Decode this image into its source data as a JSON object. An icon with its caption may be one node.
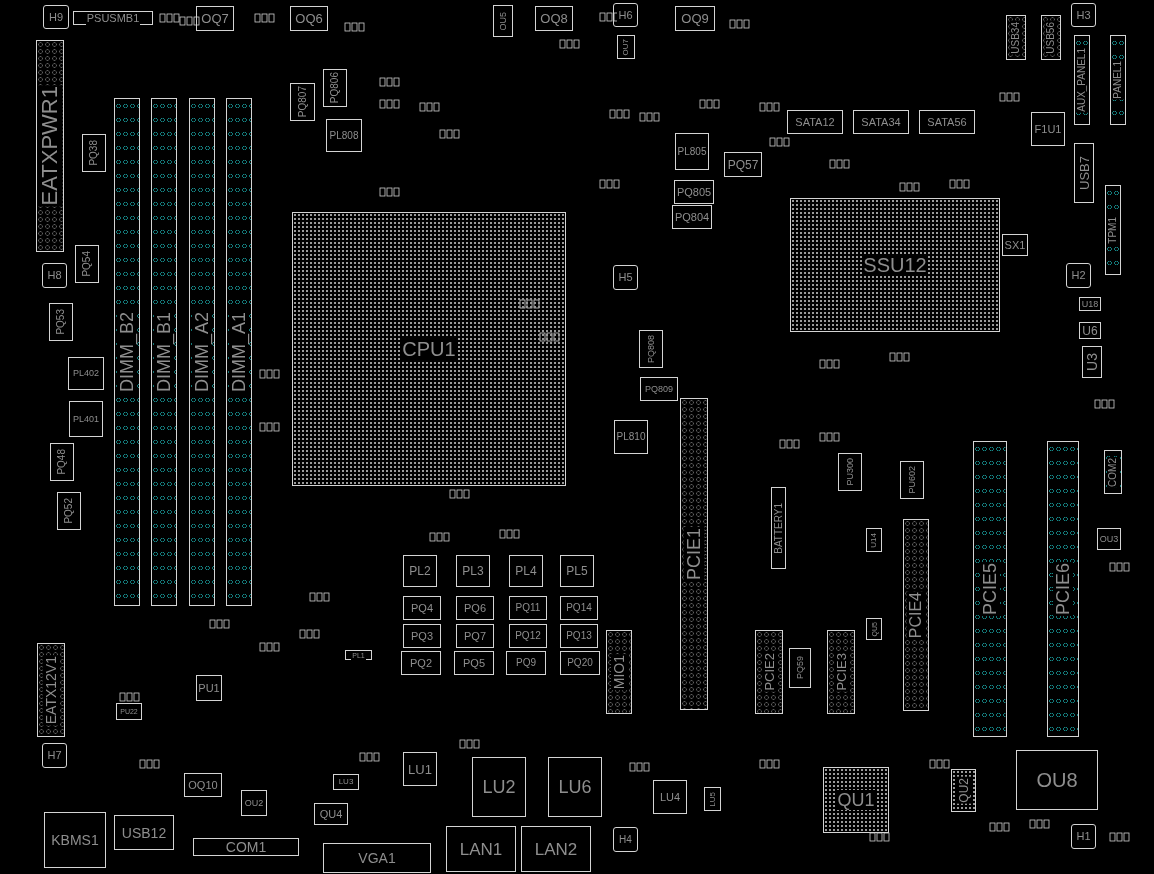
{
  "diagram": {
    "nodes": [
      {
        "text": [
          "H9"
        ]
      },
      {
        "text": [
          "PSUSMB1"
        ]
      },
      {
        "text": [
          "OQ7"
        ]
      },
      {
        "text": [
          "OQ6"
        ]
      },
      {
        "text": [
          "OU5"
        ]
      },
      {
        "text": [
          "OQ8"
        ]
      },
      {
        "text": [
          "H6"
        ]
      },
      {
        "text": [
          "OQ9"
        ]
      },
      {
        "text": [
          "OU7"
        ]
      },
      {
        "text": [
          "H3"
        ]
      },
      {
        "text": [
          "USB34"
        ]
      },
      {
        "text": [
          "USB56"
        ]
      },
      {
        "text": [
          "AUX_PANEL1"
        ]
      },
      {
        "text": [
          "PANEL1"
        ]
      },
      {
        "text": [
          "EATXPWR1"
        ]
      },
      {
        "text": [
          "PQ807"
        ]
      },
      {
        "text": [
          "PQ806"
        ]
      },
      {
        "text": [
          "PL808"
        ]
      },
      {
        "text": [
          "SATA12"
        ]
      },
      {
        "text": [
          "SATA34"
        ]
      },
      {
        "text": [
          "SATA56"
        ]
      },
      {
        "text": [
          "F1U1"
        ]
      },
      {
        "text": [
          "PL805"
        ]
      },
      {
        "text": [
          "PQ38"
        ]
      },
      {
        "text": [
          "PQ57"
        ]
      },
      {
        "text": [
          "USB7"
        ]
      },
      {
        "text": [
          "PQ805"
        ]
      },
      {
        "text": [
          "PQ804"
        ]
      },
      {
        "text": [
          "TPM1"
        ]
      },
      {
        "text": [
          "SSU12"
        ]
      },
      {
        "text": [
          "CPU1"
        ]
      },
      {
        "text": [
          "SX1"
        ]
      },
      {
        "text": [
          "PQ54"
        ]
      },
      {
        "text": [
          "H8"
        ]
      },
      {
        "text": [
          "H5"
        ]
      },
      {
        "text": [
          "H2"
        ]
      },
      {
        "text": [
          "U18"
        ]
      },
      {
        "text": [
          "PQ53"
        ]
      },
      {
        "text": [
          "U6"
        ]
      },
      {
        "text": [
          "PQ808"
        ]
      },
      {
        "text": [
          "U3"
        ]
      },
      {
        "text": [
          "PL402"
        ]
      },
      {
        "text": [
          "PQ809"
        ]
      },
      {
        "text": [
          "PCIE1"
        ]
      },
      {
        "text": [
          "PL401"
        ]
      },
      {
        "text": [
          "PL810"
        ]
      },
      {
        "text": [
          "PQ48"
        ]
      },
      {
        "text": [
          "PCIE5"
        ]
      },
      {
        "text": [
          "PCIE6"
        ]
      },
      {
        "text": [
          "COM2"
        ]
      },
      {
        "text": [
          "PU300"
        ]
      },
      {
        "text": [
          "PU602"
        ]
      },
      {
        "text": [
          "BATTERY1"
        ]
      },
      {
        "text": [
          "PQ52"
        ]
      },
      {
        "text": [
          "PCIE4"
        ]
      },
      {
        "text": [
          "U14"
        ]
      },
      {
        "text": [
          "OU3"
        ]
      },
      {
        "text": [
          "PL2"
        ]
      },
      {
        "text": [
          "PL3"
        ]
      },
      {
        "text": [
          "PL4"
        ]
      },
      {
        "text": [
          "PL5"
        ]
      },
      {
        "text": [
          "DIMM_B2"
        ]
      },
      {
        "text": [
          "DIMM_B1"
        ]
      },
      {
        "text": [
          "DIMM_A2"
        ]
      },
      {
        "text": [
          "DIMM_A1"
        ]
      },
      {
        "text": [
          "PQ4"
        ]
      },
      {
        "text": [
          "PQ6"
        ]
      },
      {
        "text": [
          "PQ11"
        ]
      },
      {
        "text": [
          "PQ14"
        ]
      },
      {
        "text": [
          "PQ3"
        ]
      },
      {
        "text": [
          "PQ7"
        ]
      },
      {
        "text": [
          "PQ12"
        ]
      },
      {
        "text": [
          "PQ13"
        ]
      },
      {
        "text": [
          "PQ2"
        ]
      },
      {
        "text": [
          "PQ5"
        ]
      },
      {
        "text": [
          "PQ9"
        ]
      },
      {
        "text": [
          "PQ20"
        ]
      },
      {
        "text": [
          "MIO1"
        ]
      },
      {
        "text": [
          "PCIE2"
        ]
      },
      {
        "text": [
          "PQ59"
        ]
      },
      {
        "text": [
          "PCIE3"
        ]
      },
      {
        "text": [
          "QU5"
        ]
      },
      {
        "text": [
          "EATX12V1"
        ]
      },
      {
        "text": [
          "PL1"
        ]
      },
      {
        "text": [
          "PU1"
        ]
      },
      {
        "text": [
          "PU22"
        ]
      },
      {
        "text": [
          "H7"
        ]
      },
      {
        "text": [
          "OU8"
        ]
      },
      {
        "text": [
          "LU1"
        ]
      },
      {
        "text": [
          "LU2"
        ]
      },
      {
        "text": [
          "LU6"
        ]
      },
      {
        "text": [
          "QU1"
        ]
      },
      {
        "text": [
          "QU2"
        ]
      },
      {
        "text": [
          "OQ10"
        ]
      },
      {
        "text": [
          "LU3"
        ]
      },
      {
        "text": [
          "LU4"
        ]
      },
      {
        "text": [
          "LU5"
        ]
      },
      {
        "text": [
          "OU2"
        ]
      },
      {
        "text": [
          "QU4"
        ]
      },
      {
        "text": [
          "KBMS1"
        ]
      },
      {
        "text": [
          "USB12"
        ]
      },
      {
        "text": [
          "H4"
        ]
      },
      {
        "text": [
          "H1"
        ]
      },
      {
        "text": [
          "LAN1"
        ]
      },
      {
        "text": [
          "LAN2"
        ]
      },
      {
        "text": [
          "COM1"
        ]
      },
      {
        "text": [
          "VGA1"
        ]
      }
    ]
  }
}
